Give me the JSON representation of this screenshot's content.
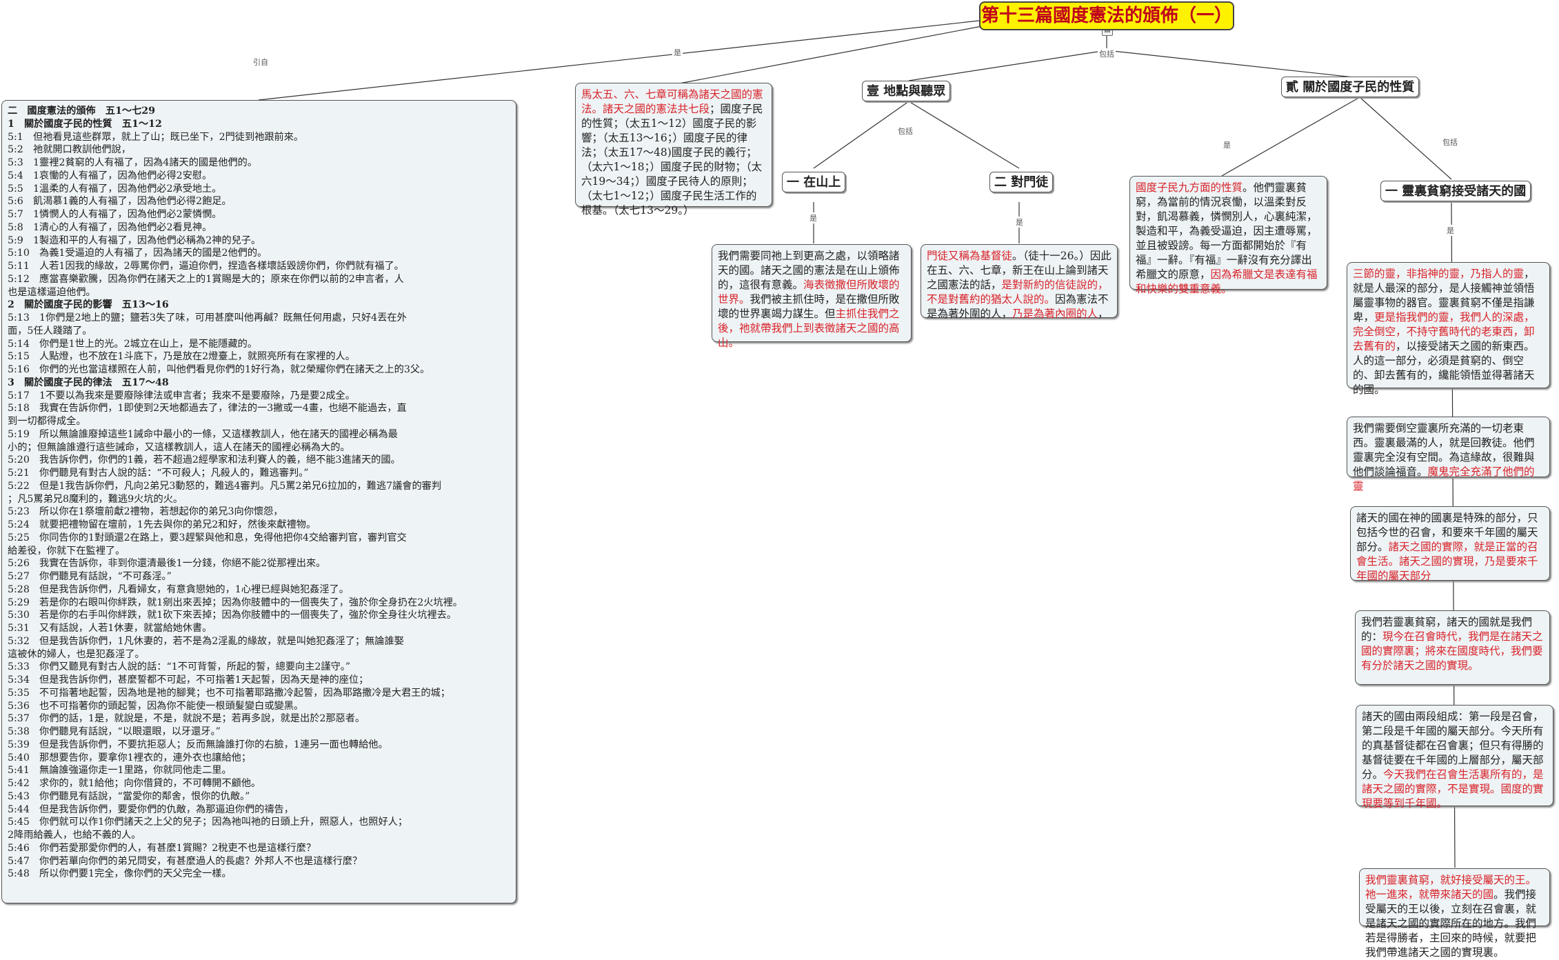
{
  "root": {
    "title": "第十三篇國度憲法的頒佈（一）"
  },
  "edge_labels": {
    "yinzi": "引自",
    "shi": "是",
    "baokuo": "包括"
  },
  "icons": {
    "root_note": "note-icon"
  },
  "left_scripture": [
    {
      "t": "二　國度憲法的頒佈　五1～七29",
      "b": true
    },
    {
      "t": "1　關於國度子民的性質　五1～12",
      "b": true
    },
    {
      "t": "5:1　但祂看見這些群眾，就上了山；既已坐下，2門徒到祂跟前來。"
    },
    {
      "t": "5:2　祂就開口教訓他們說，"
    },
    {
      "t": "5:3　1靈裡2貧窮的人有福了，因為4諸天的國是他們的。"
    },
    {
      "t": "5:4　1哀慟的人有福了，因為他們必得2安慰。"
    },
    {
      "t": "5:5　1溫柔的人有福了，因為他們必2承受地土。"
    },
    {
      "t": "5:6　飢渴慕1義的人有福了，因為他們必得2飽足。"
    },
    {
      "t": "5:7　1憐憫人的人有福了，因為他們必2蒙憐憫。"
    },
    {
      "t": "5:8　1清心的人有福了，因為他們必2看見神。"
    },
    {
      "t": "5:9　1製造和平的人有福了，因為他們必稱為2神的兒子。"
    },
    {
      "t": "5:10　為義1受逼迫的人有福了，因為諸天的國是2他們的。"
    },
    {
      "t": "5:11　人若1因我的緣故，2辱罵你們，逼迫你們，捏造各樣壞話毀謗你們，你們就有福了。"
    },
    {
      "t": "5:12　應當喜樂歡騰，因為你們在諸天之上的1賞賜是大的；原來在你們以前的2申言者，人"
    },
    {
      "t": "也是這樣逼迫他們。"
    },
    {
      "t": "2　關於國度子民的影響　五13～16",
      "b": true
    },
    {
      "t": "5:13　1你們是2地上的鹽；鹽若3失了味，可用甚麼叫他再鹹？既無任何用處，只好4丟在外"
    },
    {
      "t": "面，5任人踐踏了。"
    },
    {
      "t": "5:14　你們是1世上的光。2城立在山上，是不能隱藏的。"
    },
    {
      "t": "5:15　人點燈，也不放在1斗底下，乃是放在2燈臺上，就照亮所有在家裡的人。"
    },
    {
      "t": "5:16　你們的光也當這樣照在人前，叫他們看見你們的1好行為，就2榮耀你們在諸天之上的3父。"
    },
    {
      "t": "3　關於國度子民的律法　五17～48",
      "b": true
    },
    {
      "t": "5:17　1不要以為我來是要廢除律法或申言者；我來不是要廢除，乃是要2成全。"
    },
    {
      "t": "5:18　我實在告訴你們，1即使到2天地都過去了，律法的一3撇或一4畫，也絕不能過去，直"
    },
    {
      "t": "到一切都得成全。"
    },
    {
      "t": "5:19　所以無論誰廢掉這些1誡命中最小的一條，又這樣教訓人，他在諸天的國裡必稱為最"
    },
    {
      "t": "小的；但無論誰遵行這些誡命，又這樣教訓人，這人在諸天的國裡必稱為大的。"
    },
    {
      "t": "5:20　我告訴你們，你們的1義，若不超過2經學家和法利賽人的義，絕不能3進諸天的國。"
    },
    {
      "t": "5:21　你們聽見有對古人說的話：“不可殺人；凡殺人的，難逃審判。”"
    },
    {
      "t": "5:22　但是1我告訴你們，凡向2弟兄3動怒的，難逃4審判。凡5罵2弟兄6拉加的，難逃7議會的審判"
    },
    {
      "t": "；凡5罵弟兄8魔利的，難逃9火坑的火。"
    },
    {
      "t": "5:23　所以你在1祭壇前獻2禮物，若想起你的弟兄3向你懷怨，"
    },
    {
      "t": "5:24　就要把禮物留在壇前，1先去與你的弟兄2和好，然後來獻禮物。"
    },
    {
      "t": "5:25　你同告你的1對頭還2在路上，要3趕緊與他和息，免得他把你4交給審判官，審判官交"
    },
    {
      "t": "給差役，你就下在監裡了。"
    },
    {
      "t": "5:26　我實在告訴你，非到你還清最後1一分錢，你絕不能2從那裡出來。"
    },
    {
      "t": "5:27　你們聽見有話說，“不可姦淫。”"
    },
    {
      "t": "5:28　但是我告訴你們，凡看婦女，有意貪戀她的，1心裡已經與她犯姦淫了。"
    },
    {
      "t": "5:29　若是你的右眼叫你絆跌，就1剜出來丟掉；因為你肢體中的一個喪失了，強於你全身扔在2火坑裡。"
    },
    {
      "t": "5:30　若是你的右手叫你絆跌，就1砍下來丟掉；因為你肢體中的一個喪失了，強於你全身往火坑裡去。"
    },
    {
      "t": "5:31　又有話說，人若1休妻，就當給她休書。"
    },
    {
      "t": "5:32　但是我告訴你們，1凡休妻的，若不是為2淫亂的緣故，就是叫她犯姦淫了；無論誰娶"
    },
    {
      "t": "這被休的婦人，也是犯姦淫了。"
    },
    {
      "t": "5:33　你們又聽見有對古人說的話：“1不可背誓，所起的誓，總要向主2謹守。”"
    },
    {
      "t": "5:34　但是我告訴你們，甚麼誓都不可起，不可指著1天起誓，因為天是神的座位；"
    },
    {
      "t": "5:35　不可指著地起誓，因為地是祂的腳凳；也不可指著耶路撒冷起誓，因為耶路撒冷是大君王的城；"
    },
    {
      "t": "5:36　也不可指著你的頭起誓，因為你不能使一根頭髮變白或變黑。"
    },
    {
      "t": "5:37　你們的話，1是，就說是，不是，就說不是；若再多說，就是出於2那惡者。"
    },
    {
      "t": "5:38　你們聽見有話說，“以眼還眼，以牙還牙。”"
    },
    {
      "t": "5:39　但是我告訴你們，不要抗拒惡人；反而無論誰打你的右臉，1連另一面也轉給他。"
    },
    {
      "t": "5:40　那想要告你，要拿你1裡衣的，連外衣也讓給他；"
    },
    {
      "t": "5:41　無論誰強逼你走一1里路，你就同他走二里。"
    },
    {
      "t": "5:42　求你的，就1給他；向你借貸的，不可轉開不顧他。"
    },
    {
      "t": "5:43　你們聽見有話說，“當愛你的鄰舍，恨你的仇敵。”"
    },
    {
      "t": "5:44　但是我告訴你們，要愛你們的仇敵，為那逼迫你們的禱告，"
    },
    {
      "t": "5:45　你們就可以作1你們諸天之上父的兒子；因為祂叫祂的日頭上升，照惡人，也照好人；"
    },
    {
      "t": "2降雨給義人，也給不義的人。"
    },
    {
      "t": "5:46　你們若愛那愛你們的人，有甚麼1賞賜？2稅吏不也是這樣行麼？"
    },
    {
      "t": "5:47　你們若單向你們的弟兄問安，有甚麼過人的長處？外邦人不也是這樣行麼？"
    },
    {
      "t": "5:48　所以你們要1完全，像你們的天父完全一樣。"
    }
  ],
  "intro_box": [
    {
      "t": "馬太五、六、七章可稱為諸天之國的憲法。諸天之國的憲法共七段",
      "red": true
    },
    {
      "t": "；國度子民的性質；（太五1～12）國度子民的影響；（太五13～16；）國度子民的律法；（太五17～48)國度子民的義行；（太六1～18；）國度子民的財物；（太六19～34；）國度子民待人的原則；（太七1～12；）國度子民生活工作的根基。（太七13～29。）"
    }
  ],
  "header_place": "壹 地點與聽眾",
  "header_relation": "貳 關於國度子民的性質",
  "header_mountain": "一 在山上",
  "header_disciples": "二 對門徒",
  "header_poor": "一 靈裏貧窮接受諸天的國",
  "mountain_box": [
    {
      "t": "我們需要同祂上到更高之處，以領略諸天的國。諸天之國的憲法是在山上頒佈的，這很有意義。"
    },
    {
      "t": "海表徵撒但所敗壞的世界。",
      "red": true
    },
    {
      "t": "我們被主抓住時，是在撒但所敗壞的世界裏竭力謀生。但"
    },
    {
      "t": "主抓住我們之後，祂就帶我們上到表徵諸天之國的高山。",
      "red": true
    }
  ],
  "disciples_box": [
    {
      "t": "門徒又稱為基督徒",
      "red": true
    },
    {
      "t": "。（徒十一26。）因此在五、六、七章，新王在山上論到諸天之國憲法的話，"
    },
    {
      "t": "是對新約的信徒說的，不是對舊約的猶太人說的。",
      "red": true
    },
    {
      "t": "因為憲法不是為著外圍的人，"
    },
    {
      "t": "乃是為著內圈的人",
      "red": true
    },
    {
      "t": "，"
    }
  ],
  "nature_box": [
    {
      "t": "國度子民九方面的性質",
      "red": true
    },
    {
      "t": "。他們靈裏貧窮，為當前的情況哀慟，以溫柔對反對，飢渴慕義，憐憫別人，心裏純潔，製造和平，為義受逼迫，因主遭辱罵，並且被毀謗。每一方面都開始於『有福』一辭。『有福』一辭沒有充分譯出希臘文的原意，"
    },
    {
      "t": "因為希臘文是表達有福和快樂的雙重意義。",
      "red": true
    }
  ],
  "poor_boxes": [
    [
      {
        "t": "三節的靈，非指神的靈，乃指人的靈",
        "red": true
      },
      {
        "t": "，就是人最深的部分，是人接觸神並領悟屬靈事物的器官。靈裏貧窮不僅是指謙卑，"
      },
      {
        "t": "更是指我們的靈，我們人的深處，完全倒空，不持守舊時代的老東西，卸去舊有的",
        "red": true
      },
      {
        "t": "，以接受諸天之國的新東西。人的這一部分，必須是貧窮的、倒空的、卸去舊有的，纔能領悟並得著諸天的國。"
      }
    ],
    [
      {
        "t": "我們需要倒空靈裏所充滿的一切老東西。靈裏最滿的人，就是回教徒。他們靈裏完全沒有空間。為這緣故，很難與他們談論福音。"
      },
      {
        "t": "魔鬼完全充滿了他們的靈",
        "red": true
      }
    ],
    [
      {
        "t": "諸天的國在神的國裏是特殊的部分，只包括今世的召會，和要來千年國的屬天部分。"
      },
      {
        "t": "諸天之國的實際，就是正當的召會生活。諸天之國的實現，乃是要來千年國的屬天部分",
        "red": true
      }
    ],
    [
      {
        "t": "我們若靈裏貧窮，諸天的國就是我們的："
      },
      {
        "t": "現今在召會時代，我們是在諸天之國的實際裏；將來在國度時代，我們要有分於諸天之國的實現。",
        "red": true
      }
    ],
    [
      {
        "t": "諸天的國由兩段組成：第一段是召會，第二段是千年國的屬天部分。今天所有的真基督徒都在召會裏；但只有得勝的基督徒要在千年國的上層部分，屬天部分。"
      },
      {
        "t": "今天我們在召會生活裏所有的，是諸天之國的實際，不是實現。國度的實現要等到千年國。",
        "red": true
      }
    ],
    [
      {
        "t": "我們靈裏貧窮，就好接受屬天的王。祂一進來，就帶來諸天的國",
        "red": true
      },
      {
        "t": "。我們接受屬天的王以後，立刻在召會裏，就是諸天之國的實際所在的地方。我們若是得勝者，主回來的時候，就要把我們帶進諸天之國的實現裏。"
      }
    ]
  ]
}
